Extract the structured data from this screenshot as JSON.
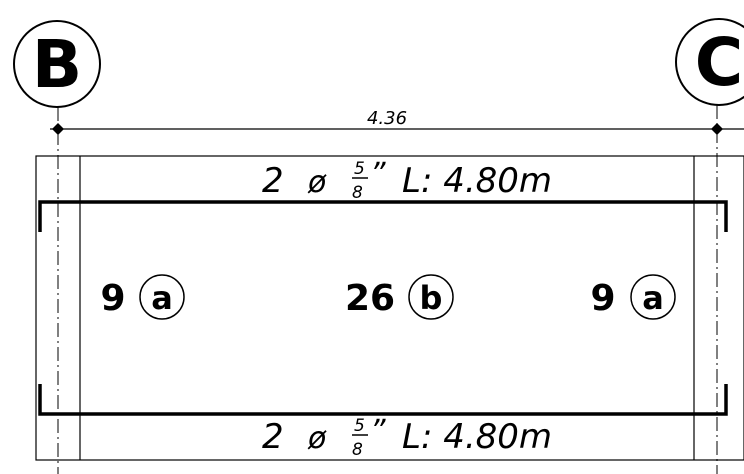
{
  "axes": {
    "left": "B",
    "right": "C"
  },
  "dimension": "4.36",
  "rebar_top": {
    "count": "2",
    "symbol": "ø",
    "frac_num": "5",
    "frac_den": "8",
    "inch": "”",
    "length": "L: 4.80m"
  },
  "rebar_bottom": {
    "count": "2",
    "symbol": "ø",
    "frac_num": "5",
    "frac_den": "8",
    "inch": "”",
    "length": "L: 4.80m"
  },
  "groups": [
    {
      "count": "9",
      "mark": "a"
    },
    {
      "count": "26",
      "mark": "b"
    },
    {
      "count": "9",
      "mark": "a"
    }
  ]
}
